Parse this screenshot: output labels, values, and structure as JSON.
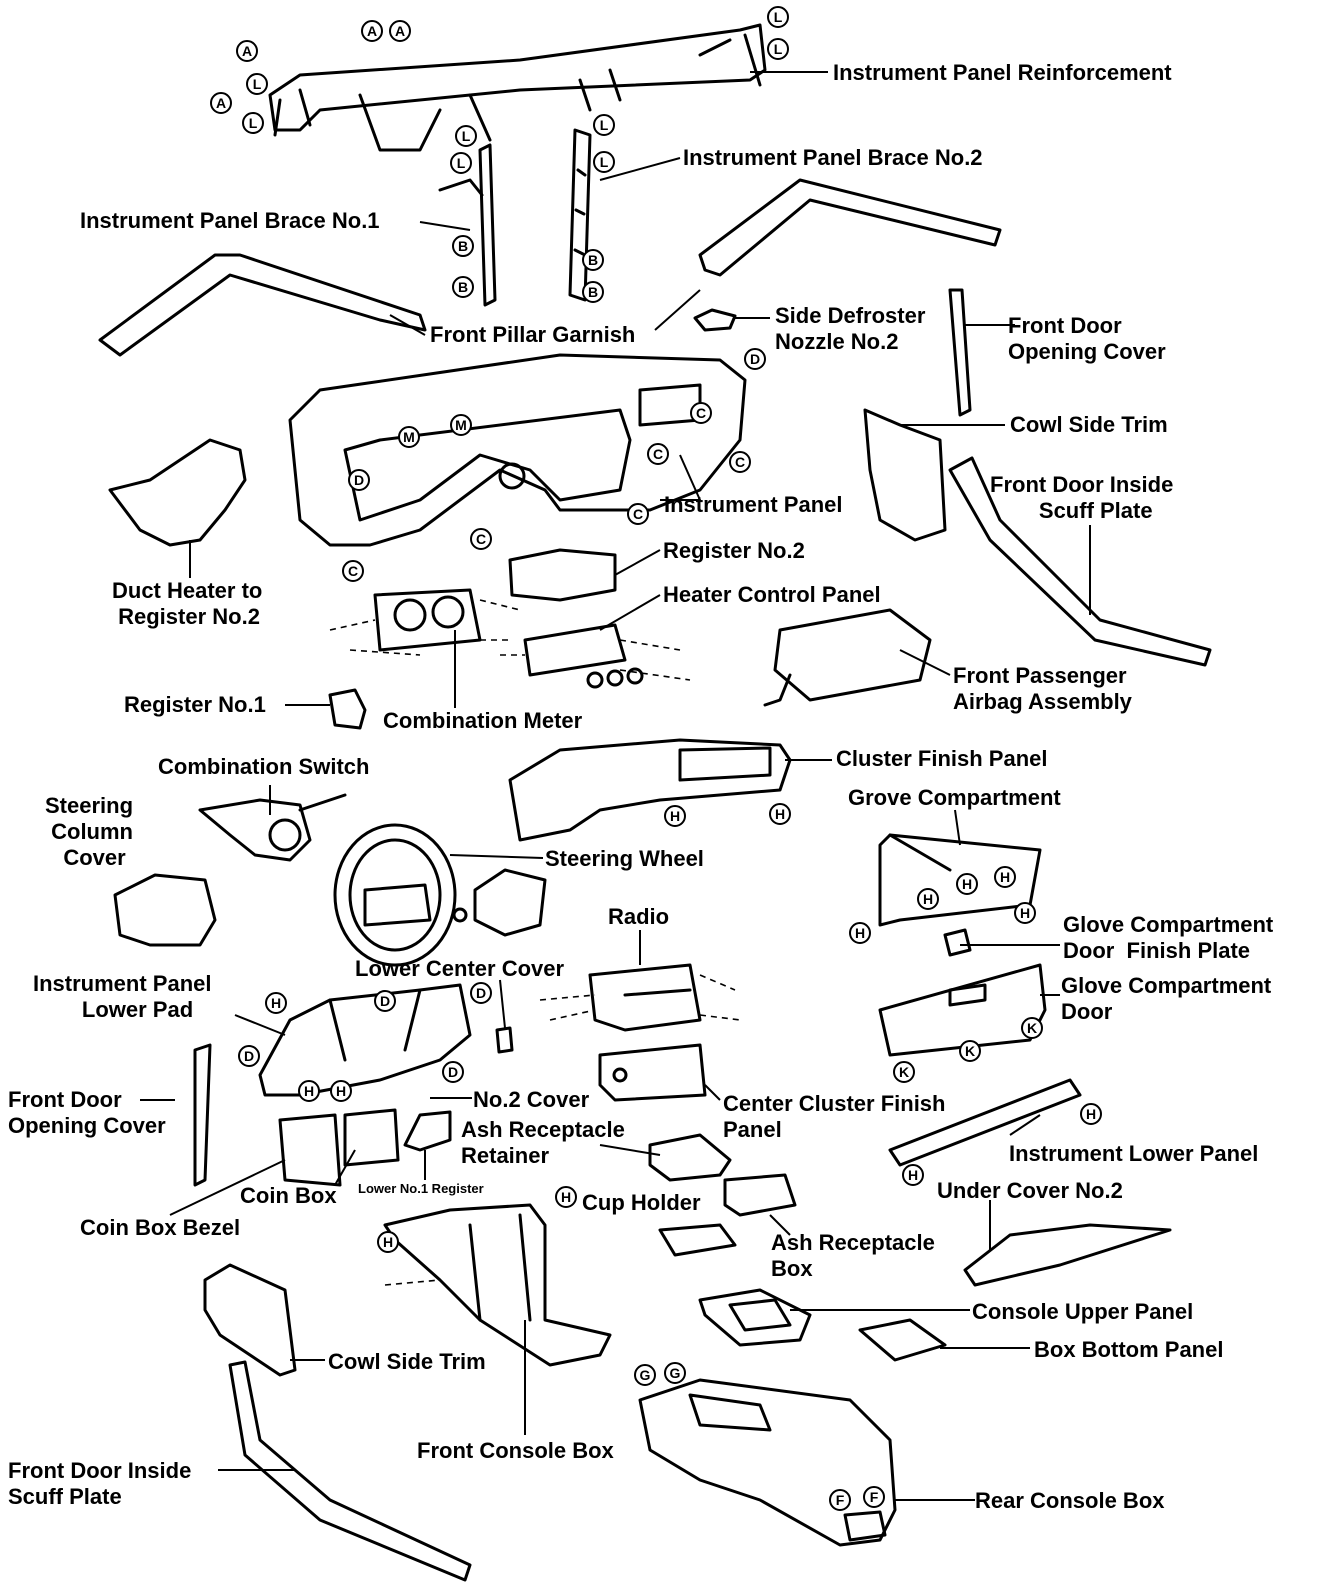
{
  "labels": {
    "instrument_panel_reinforcement": "Instrument Panel Reinforcement",
    "instrument_panel_brace_no2": "Instrument Panel Brace No.2",
    "instrument_panel_brace_no1": "Instrument Panel Brace No.1",
    "front_pillar_garnish": "Front Pillar Garnish",
    "side_defroster_nozzle_no2": "Side Defroster\nNozzle No.2",
    "front_door_opening_cover_right": "Front Door\nOpening Cover",
    "cowl_side_trim_right": "Cowl Side Trim",
    "front_door_inside_scuff_plate_right": "Front Door Inside\n        Scuff Plate",
    "instrument_panel": "Instrument Panel",
    "duct_heater_to_register_no2": "Duct Heater to\n Register No.2",
    "register_no2": "Register No.2",
    "heater_control_panel": "Heater Control Panel",
    "front_passenger_airbag_assembly": "Front Passenger\nAirbag Assembly",
    "register_no1": "Register No.1",
    "combination_meter": "Combination Meter",
    "cluster_finish_panel": "Cluster Finish Panel",
    "combination_switch": "Combination Switch",
    "steering_column_cover": "Steering\n Column\n   Cover",
    "grove_compartment": "Grove Compartment",
    "steering_wheel": "Steering Wheel",
    "radio": "Radio",
    "glove_compartment_door_finish_plate": "Glove Compartment\nDoor  Finish Plate",
    "lower_center_cover": "Lower Center Cover",
    "instrument_panel_lower_pad": "Instrument Panel\n        Lower Pad",
    "glove_compartment_door": "Glove Compartment\nDoor",
    "front_door_opening_cover_left": "Front Door\nOpening Cover",
    "no2_cover": "No.2 Cover",
    "center_cluster_finish_panel": "Center Cluster Finish\nPanel",
    "ash_receptacle_retainer": "Ash Receptacle\nRetainer",
    "instrument_lower_panel": "Instrument Lower Panel",
    "coin_box": "Coin Box",
    "lower_no1_register": "Lower No.1 Register",
    "cup_holder": "Cup Holder",
    "under_cover_no2": "Under Cover No.2",
    "coin_box_bezel": "Coin Box Bezel",
    "ash_receptacle_box": "Ash Receptacle\nBox",
    "console_upper_panel": "Console Upper Panel",
    "box_bottom_panel": "Box Bottom Panel",
    "cowl_side_trim_left": "Cowl Side Trim",
    "front_console_box": "Front Console Box",
    "front_door_inside_scuff_plate_left": "Front Door Inside\nScuff Plate",
    "rear_console_box": "Rear Console Box"
  },
  "markers": {
    "A": "A",
    "B": "B",
    "C": "C",
    "D": "D",
    "F": "F",
    "G": "G",
    "H": "H",
    "K": "K",
    "L": "L",
    "M": "M"
  }
}
